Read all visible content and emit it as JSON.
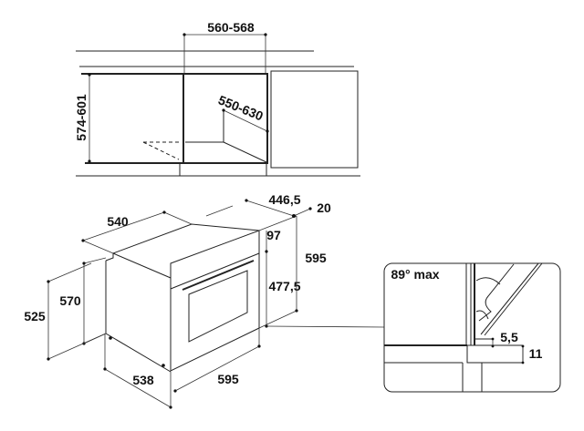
{
  "cabinet_view": {
    "width_label": "560-568",
    "height_label": "574-601",
    "depth_label": "550-630"
  },
  "oven_view": {
    "top_depth_label": "540",
    "panel_depth_label": "446,5",
    "panel_thickness_label": "20",
    "control_panel_label": "97",
    "front_height_label": "595",
    "door_height_label": "477,5",
    "side_height_label": "570",
    "body_height_label": "525",
    "bottom_depth_label": "538",
    "front_width_label": "595"
  },
  "detail_view": {
    "angle_label": "89° max",
    "gap_label": "5,5",
    "offset_label": "11"
  }
}
